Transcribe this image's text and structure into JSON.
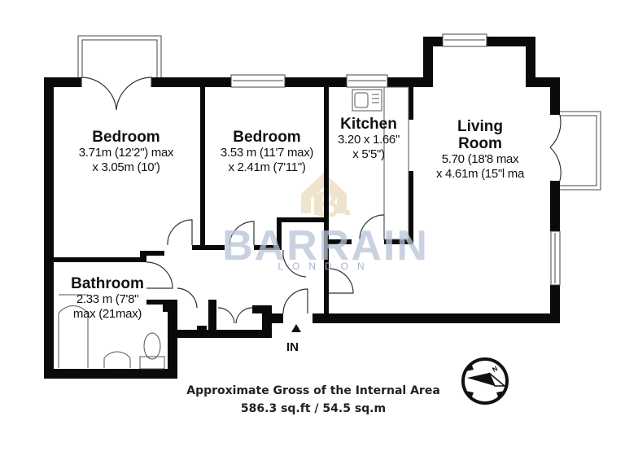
{
  "floorplan": {
    "rooms": [
      {
        "id": "bedroom-1",
        "name": "Bedroom",
        "dim_line1": "3.71m (12'2\") max",
        "dim_line2": "x 3.05m (10')"
      },
      {
        "id": "bedroom-2",
        "name": "Bedroom",
        "dim_line1": "3.53 m (11'7 max)",
        "dim_line2": "x 2.41m (7'11\")"
      },
      {
        "id": "kitchen",
        "name": "Kitchen",
        "dim_line1": "3.20 x 1.66\"",
        "dim_line2": "x 5'5\")"
      },
      {
        "id": "living-room",
        "name_line1": "Living",
        "name_line2": "Room",
        "dim_line1": "5.70 (18'8 max",
        "dim_line2": "x 4.61m (15\"l ma"
      },
      {
        "id": "bathroom",
        "name": "Bathroom",
        "dim_line1": "2.33 m (7'8\"",
        "dim_line2": "max (21max)"
      }
    ],
    "entrance_label": "IN",
    "entrance_icon": "arrow-up-triangle",
    "compass_label": "N",
    "compass_icon": "compass-icon"
  },
  "watermark": {
    "brand": "BARRAIN",
    "subtitle": "LONDON",
    "logo_letter": "B.",
    "brand_color": "#b7c4d6",
    "logo_color": "#e6d4b3"
  },
  "area": {
    "title": "Approximate Gross  of the Internal Area",
    "value": "586.3 sq.ft  / 54.5 sq.m"
  },
  "colors": {
    "wall": "#0a0a0a",
    "background": "#ffffff",
    "fixture_line": "#555555"
  }
}
